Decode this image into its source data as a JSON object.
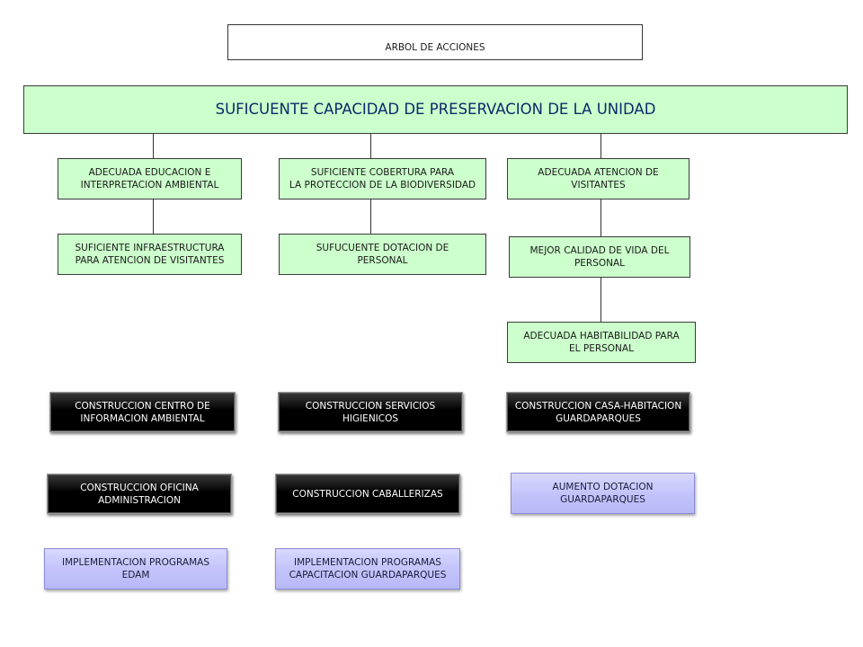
{
  "title": "ARBOL DE ACCIONES",
  "root": "SUFICUENTE CAPACIDAD DE PRESERVACION DE LA UNIDAD",
  "columns": [
    {
      "objectives": [
        "ADECUADA EDUCACION E\nINTERPRETACION AMBIENTAL",
        "SUFICIENTE INFRAESTRUCTURA\nPARA ATENCION DE VISITANTES"
      ],
      "actions": [
        {
          "label": "CONSTRUCCION CENTRO DE\nINFORMACION AMBIENTAL",
          "style": "black"
        },
        {
          "label": "CONSTRUCCION OFICINA\nADMINISTRACION",
          "style": "black"
        },
        {
          "label": "IMPLEMENTACION PROGRAMAS\nEDAM",
          "style": "lavender"
        }
      ]
    },
    {
      "objectives": [
        "SUFICIENTE COBERTURA PARA\nLA PROTECCION DE LA BIODIVERSIDAD",
        "SUFUCUENTE DOTACION DE\nPERSONAL"
      ],
      "actions": [
        {
          "label": "CONSTRUCCION SERVICIOS\nHIGIENICOS",
          "style": "black"
        },
        {
          "label": "CONSTRUCCION CABALLERIZAS",
          "style": "black"
        },
        {
          "label": "IMPLEMENTACION PROGRAMAS\nCAPACITACION GUARDAPARQUES",
          "style": "lavender"
        }
      ]
    },
    {
      "objectives": [
        "ADECUADA ATENCION DE\nVISITANTES",
        "MEJOR CALIDAD DE VIDA DEL\nPERSONAL",
        "ADECUADA HABITABILIDAD PARA\nEL PERSONAL"
      ],
      "actions": [
        {
          "label": "CONSTRUCCION CASA-HABITACION\nGUARDAPARQUES",
          "style": "black"
        },
        {
          "label": "AUMENTO DOTACION\nGUARDAPARQUES",
          "style": "lavender"
        }
      ]
    }
  ],
  "colors": {
    "objective_fill": "#ccffcc",
    "action_dark": "#000000",
    "action_light": "#c4c4fb",
    "root_text": "#0b2a6b"
  }
}
